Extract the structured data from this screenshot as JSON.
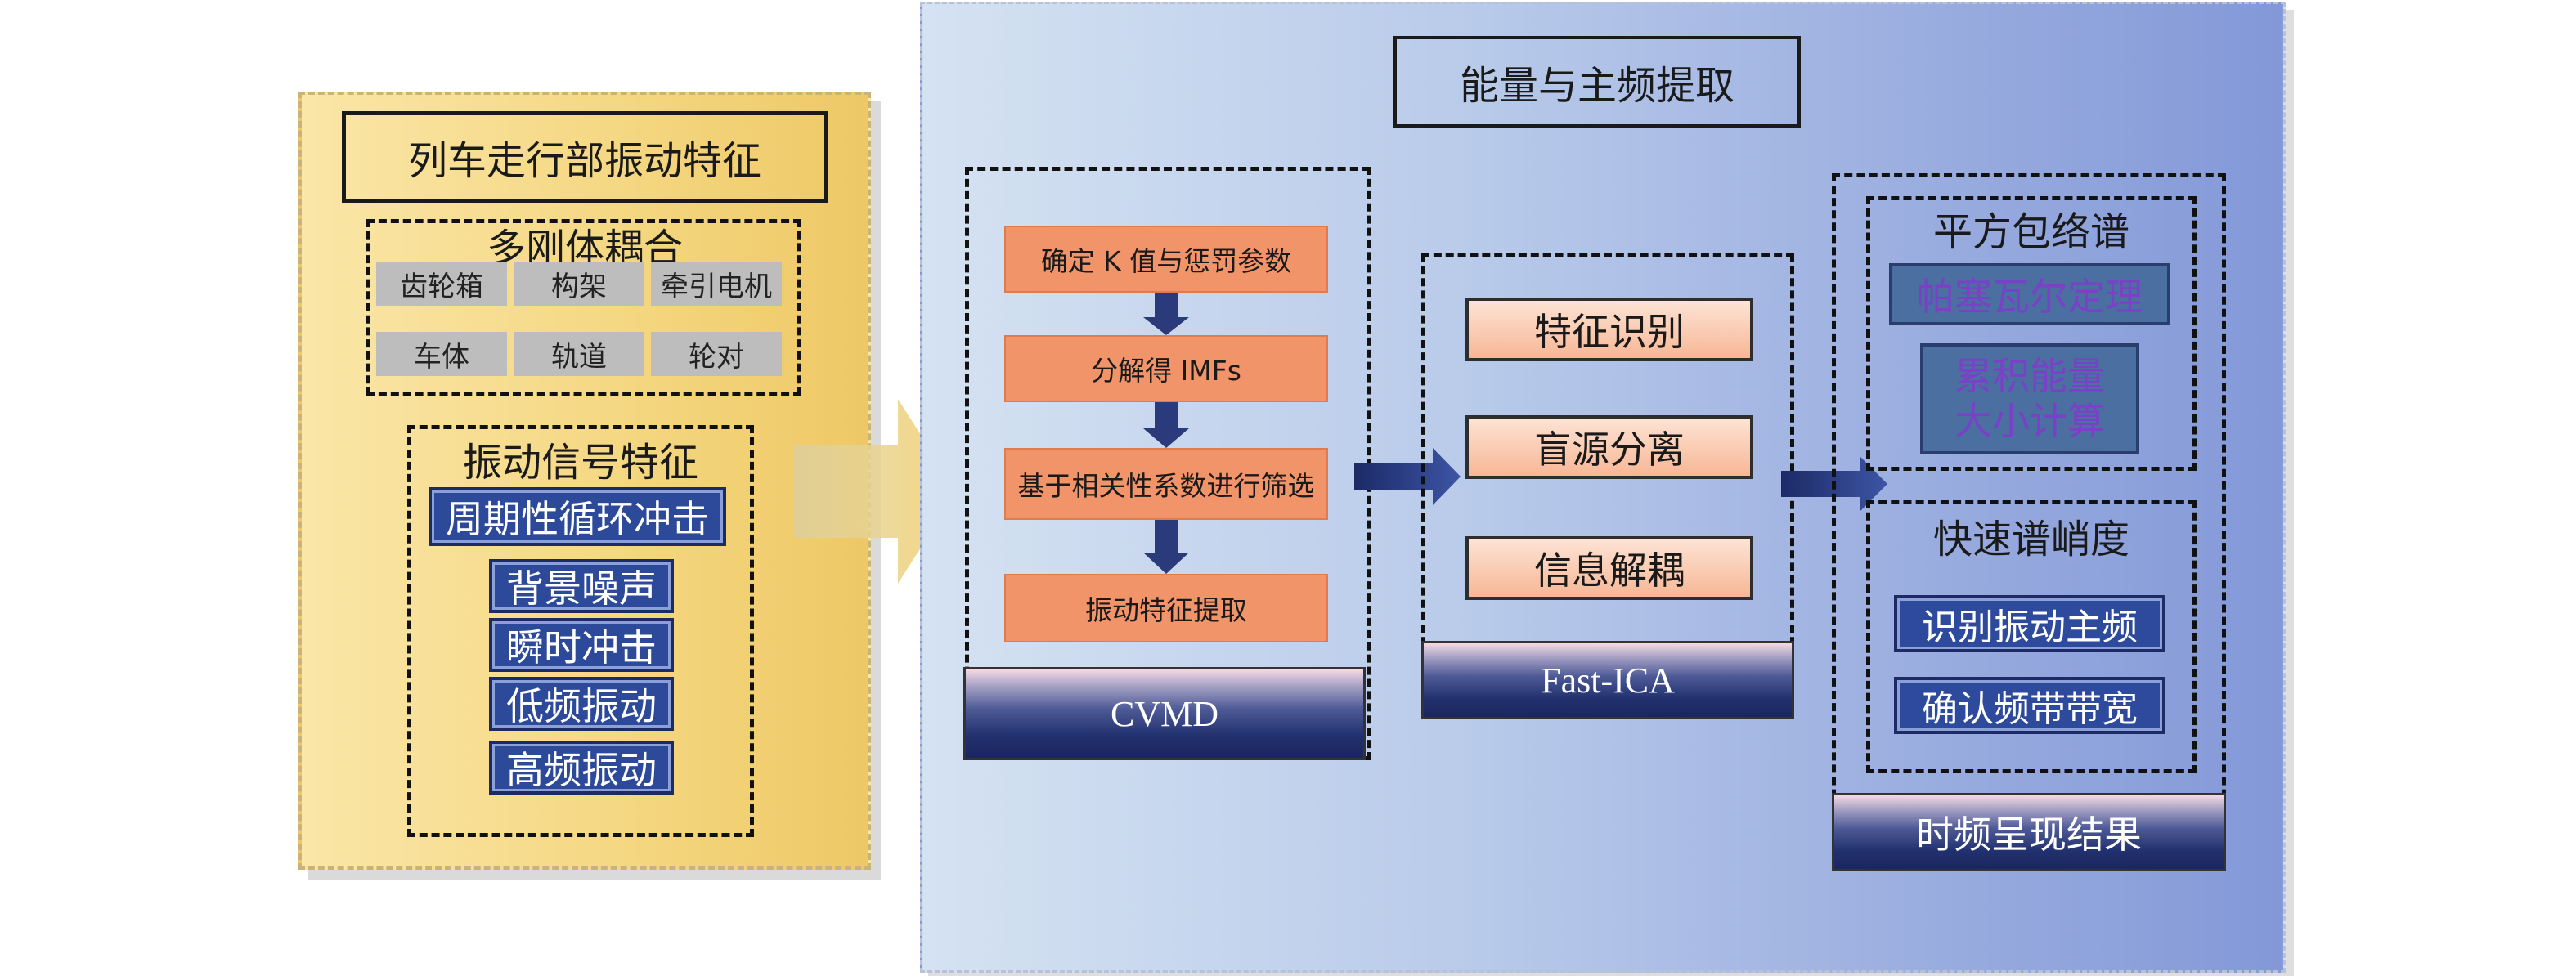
{
  "left": {
    "title": "列车走行部振动特征",
    "rigid": {
      "title": "多刚体耦合",
      "items": [
        "齿轮箱",
        "构架",
        "牵引电机",
        "车体",
        "轨道",
        "轮对"
      ]
    },
    "signal": {
      "title": "振动信号特征",
      "items": [
        "周期性循环冲击",
        "背景噪声",
        "瞬时冲击",
        "低频振动",
        "高频振动"
      ]
    }
  },
  "right": {
    "title": "能量与主频提取",
    "cvmd": {
      "label": "CVMD",
      "steps": [
        "确定 K 值与惩罚参数",
        "分解得 IMFs",
        "基于相关性系数进行筛选",
        "振动特征提取"
      ]
    },
    "fastica": {
      "label": "Fast-ICA",
      "steps": [
        "特征识别",
        "盲源分离",
        "信息解耦"
      ]
    },
    "result": {
      "label": "时频呈现结果",
      "envelope": {
        "title": "平方包络谱",
        "items": [
          "帕塞瓦尔定理",
          "累积能量",
          "大小计算"
        ]
      },
      "kurtosis": {
        "title": "快速谱峭度",
        "items": [
          "识别振动主频",
          "确认频带带宽"
        ]
      }
    }
  },
  "colors": {
    "orange": "#f2946a",
    "navy": "#22316f",
    "purple": "#7b40c8",
    "gold": "#f5d883"
  }
}
